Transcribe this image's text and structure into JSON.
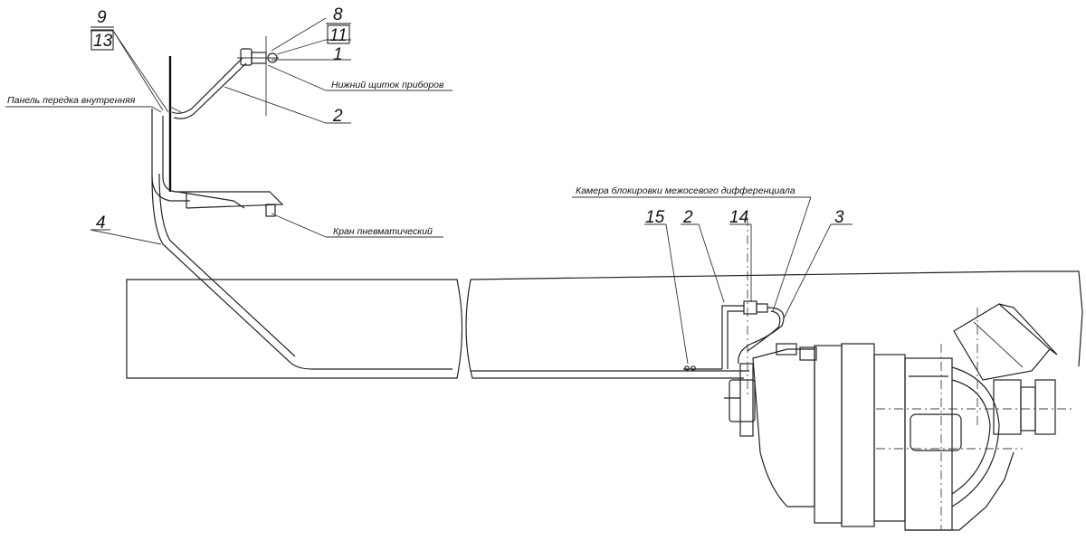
{
  "callouts": {
    "c9": "9",
    "c13": "13",
    "c8": "8",
    "c11": "11",
    "c1": "1",
    "c2_top": "2",
    "c4": "4",
    "c15": "15",
    "c2_mid": "2",
    "c14": "14",
    "c3": "3"
  },
  "labels": {
    "front_panel": "Панель передка внутренняя",
    "lower_dash": "Нижний щиток приборов",
    "pneumatic_valve": "Кран пневматический",
    "diff_lock_chamber": "Камера блокировки межосевого дифференциала"
  }
}
